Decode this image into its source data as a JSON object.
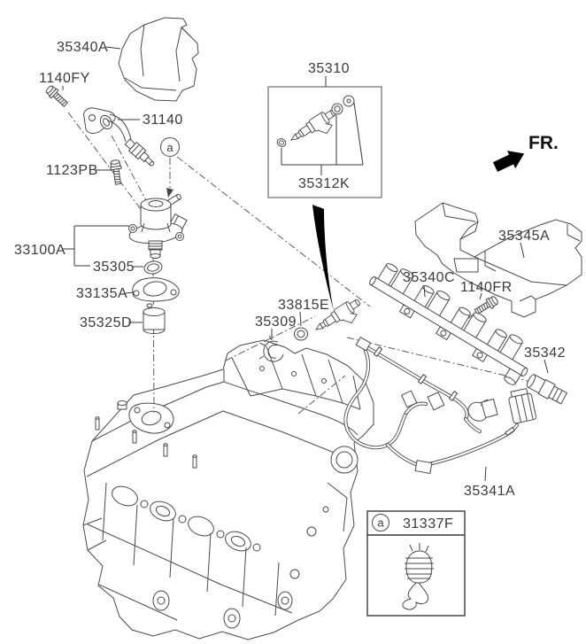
{
  "diagram": {
    "kind": "exploded-parts-diagram",
    "subject": "fuel injection / high pressure pump on engine",
    "direction_label": "FR.",
    "callout_letter": "a"
  },
  "part_labels": [
    {
      "part_number": "35340A"
    },
    {
      "part_number": "1140FY"
    },
    {
      "part_number": "31140"
    },
    {
      "part_number": "1123PB"
    },
    {
      "part_number": "33100A"
    },
    {
      "part_number": "35305"
    },
    {
      "part_number": "33135A"
    },
    {
      "part_number": "35325D"
    },
    {
      "part_number": "35310"
    },
    {
      "part_number": "35312K"
    },
    {
      "part_number": "33815E"
    },
    {
      "part_number": "35309"
    },
    {
      "part_number": "35340C"
    },
    {
      "part_number": "1140FR"
    },
    {
      "part_number": "35345A"
    },
    {
      "part_number": "35342"
    },
    {
      "part_number": "35341A"
    }
  ],
  "detail_box": {
    "callout_letter": "a",
    "part_number": "31337F"
  },
  "colors": {
    "background": "#ffffff",
    "line": "#4a4a4a",
    "text": "#3a3a3a",
    "pointer_fill": "#000000"
  }
}
